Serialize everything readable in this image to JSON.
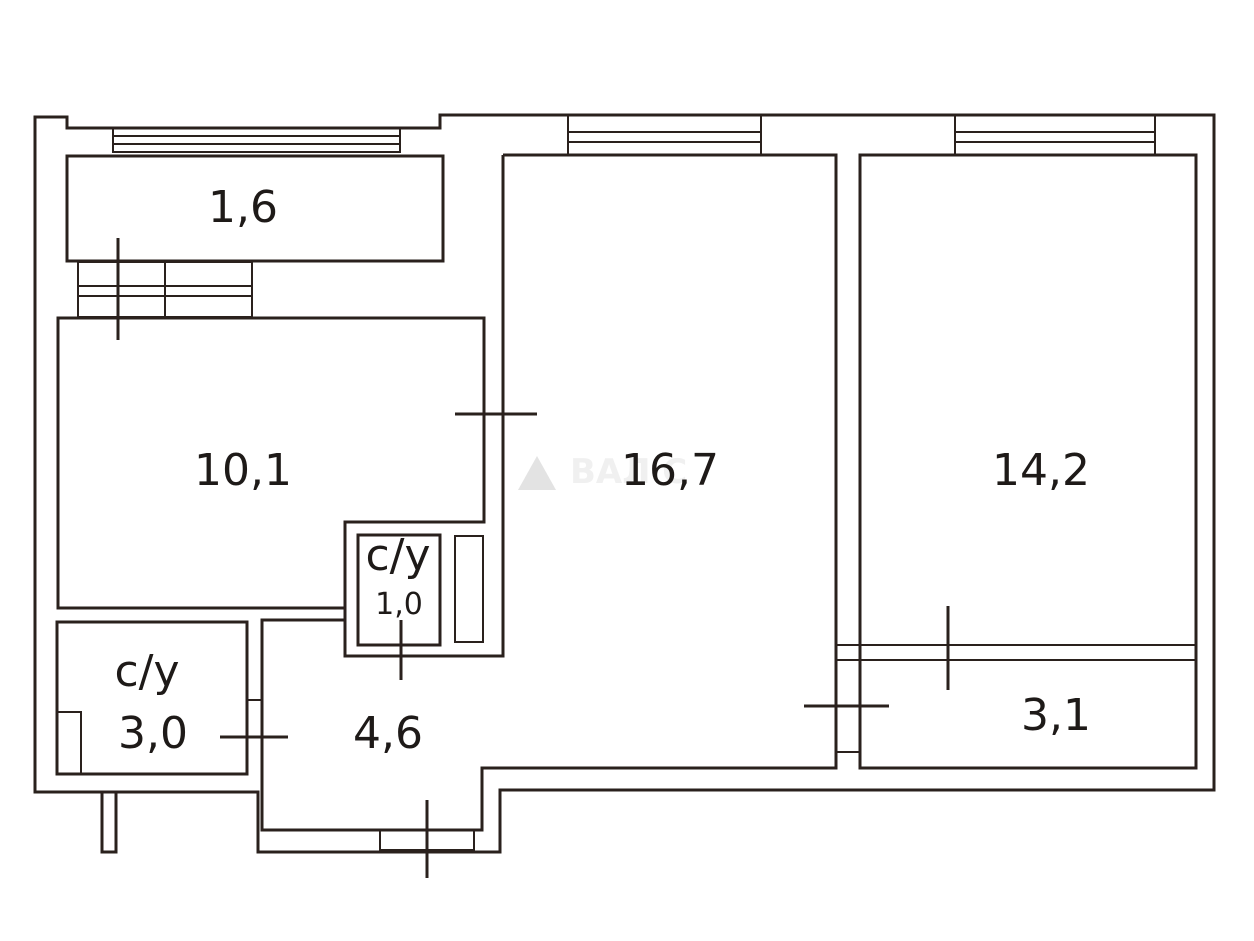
{
  "rooms": {
    "balcony": {
      "area": "1,6"
    },
    "kitchen": {
      "area": "10,1"
    },
    "living": {
      "area": "16,7"
    },
    "bedroom": {
      "area": "14,2"
    },
    "wc_small": {
      "type": "с/у",
      "area": "1,0"
    },
    "bath": {
      "type": "с/у",
      "area": "3,0"
    },
    "hall": {
      "area": "4,6"
    },
    "closet": {
      "area": "3,1"
    }
  },
  "watermark": {
    "text": "ВАЛ  С"
  },
  "colors": {
    "wall": "#2a211d",
    "background": "#ffffff"
  }
}
